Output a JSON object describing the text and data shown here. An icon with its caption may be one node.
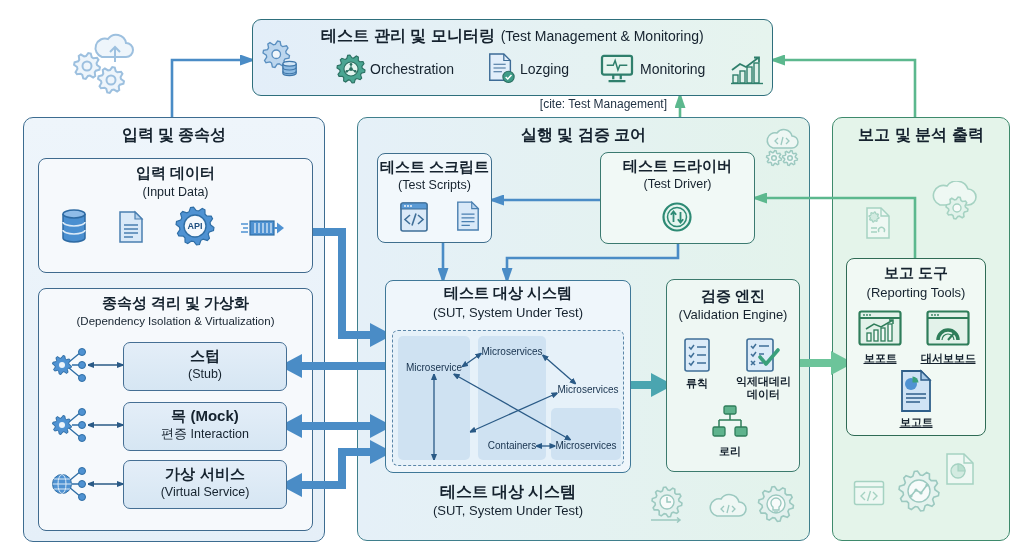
{
  "diagram": {
    "nodes": [
      {
        "text": [
          "테스트 관리 및 모니터링",
          "(Test Management & Monitoring)",
          "Orchestration",
          "Lozging",
          "Monitoring"
        ],
        "beside": [
          "[cite: Test Management]"
        ]
      },
      {
        "text": [
          "입력 및 종속성"
        ]
      },
      {
        "text": [
          "입력 데이터",
          "(Input Data)",
          "API"
        ],
        "in": 1
      },
      {
        "text": [
          "종속성 격리 및 가상화",
          "(Dependency Isolation & Virtualization)"
        ],
        "in": 1
      },
      {
        "text": [],
        "shape": "picture",
        "in": 3
      },
      {
        "text": [
          "스텁",
          "(Stub)"
        ],
        "in": 3
      },
      {
        "text": [],
        "shape": "picture",
        "in": 3
      },
      {
        "text": [
          "목 (Mock)",
          "편증 Interaction"
        ],
        "in": 3
      },
      {
        "text": [],
        "shape": "picture",
        "in": 3
      },
      {
        "text": [
          "가상 서비스",
          "(Virtual Service)"
        ],
        "in": 3
      },
      {
        "text": [
          "실행 및 검증 코어",
          "테스트 대상 시스템",
          "(SUT, System Under Test)"
        ]
      },
      {
        "text": [
          "테스트 스크립트",
          "(Test Scripts)"
        ],
        "in": 10
      },
      {
        "text": [
          "테스트 드라이버",
          "(Test Driver)"
        ],
        "in": 10
      },
      {
        "text": [
          "테스트 대상 시스템",
          "(SUT, System Under Test)"
        ],
        "in": 10
      },
      {
        "text": [],
        "shape": "box",
        "in": 13
      },
      {
        "text": [],
        "shape": "box",
        "in": 14
      },
      {
        "text": [],
        "shape": "box",
        "in": 14
      },
      {
        "text": [],
        "shape": "box",
        "in": 14
      },
      {
        "text": [
          "Microservice"
        ],
        "in": 15
      },
      {
        "text": [
          "Microservices"
        ],
        "in": 16
      },
      {
        "text": [
          "Microservices"
        ],
        "in": 14
      },
      {
        "text": [
          "Containers"
        ],
        "in": 16
      },
      {
        "text": [
          "Microservices"
        ],
        "in": 17
      },
      {
        "text": [
          "검증 엔진",
          "(Validation Engine)",
          "류칙",
          "익제대데리 데이터",
          "로리"
        ],
        "in": 10
      },
      {
        "text": [
          "보고 및 분석 출력"
        ]
      },
      {
        "text": [
          "보고 도구",
          "(Reporting Tools)",
          "보포트",
          "대서보보드",
          "보고트"
        ],
        "in": 24
      }
    ],
    "edges": [
      {
        "from": 1,
        "to": 0,
        "arrow": "to"
      },
      {
        "from": 24,
        "to": 0,
        "arrow": "to",
        "color": "#5cb88e"
      },
      {
        "from": 10,
        "to": 0,
        "arrow": "to",
        "color": "#5cb88e"
      },
      {
        "from": 2,
        "to": 13,
        "arrow": "to",
        "style": "thick"
      },
      {
        "from": 13,
        "to": 5,
        "arrow": "to",
        "style": "thick"
      },
      {
        "from": 13,
        "to": 7,
        "arrow": "both",
        "style": "thick"
      },
      {
        "from": 13,
        "to": 9,
        "arrow": "both",
        "style": "thick"
      },
      {
        "from": 4,
        "to": 5,
        "arrow": "both",
        "color": "#2a5a86"
      },
      {
        "from": 6,
        "to": 7,
        "arrow": "both",
        "color": "#2a5a86"
      },
      {
        "from": 8,
        "to": 9,
        "arrow": "both",
        "color": "#2a5a86"
      },
      {
        "from": 12,
        "to": 11,
        "arrow": "to"
      },
      {
        "from": 11,
        "to": 13,
        "arrow": "to"
      },
      {
        "from": 12,
        "to": 13,
        "arrow": "to"
      },
      {
        "from": 25,
        "to": 12,
        "arrow": "to",
        "color": "#5cb88e"
      },
      {
        "from": 13,
        "to": 23,
        "arrow": "to",
        "style": "thick",
        "color": "#4aa5b0"
      },
      {
        "from": 23,
        "to": 25,
        "arrow": "to",
        "style": "thick",
        "color": "#6cc49a"
      },
      {
        "from": 18,
        "to": 19,
        "arrow": "both",
        "color": "#2a5a86"
      },
      {
        "from": 18,
        "to": 15,
        "arrow": "both",
        "color": "#2a5a86"
      },
      {
        "from": 18,
        "to": 22,
        "arrow": "both",
        "color": "#2a5a86"
      },
      {
        "from": 15,
        "to": 20,
        "arrow": "both",
        "color": "#2a5a86"
      },
      {
        "from": 19,
        "to": 20,
        "arrow": "both",
        "color": "#2a5a86"
      },
      {
        "from": 21,
        "to": 22,
        "arrow": "both",
        "color": "#2a5a86"
      }
    ]
  }
}
